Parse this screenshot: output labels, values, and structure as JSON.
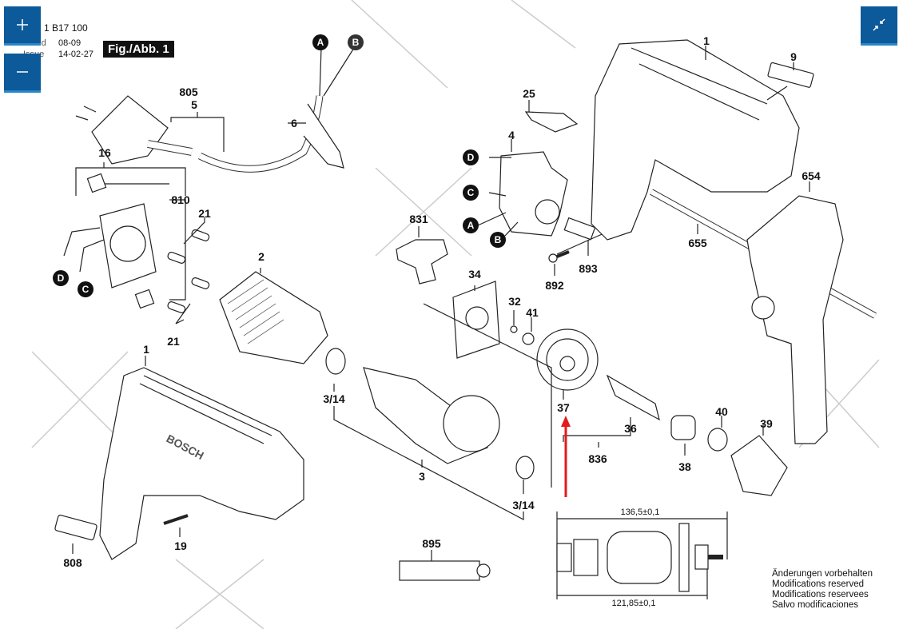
{
  "header": {
    "part_number": "1 B17 100",
    "stand_label": "Stand",
    "stand_value": "08-09",
    "issue_label": "Issue",
    "issue_value": "14-02-27",
    "figure_label": "Fig./Abb. 1"
  },
  "controls": {
    "zoom_in_icon": "plus-icon",
    "zoom_out_icon": "minus-icon",
    "collapse_icon": "collapse-arrows-icon",
    "accent_color": "#0c5a9a"
  },
  "parts": [
    {
      "id": "p805",
      "label": "805"
    },
    {
      "id": "p5",
      "label": "5"
    },
    {
      "id": "p6",
      "label": "6"
    },
    {
      "id": "p16",
      "label": "16"
    },
    {
      "id": "p810",
      "label": "810"
    },
    {
      "id": "p21a",
      "label": "21"
    },
    {
      "id": "p21b",
      "label": "21"
    },
    {
      "id": "p2",
      "label": "2"
    },
    {
      "id": "p1a",
      "label": "1"
    },
    {
      "id": "p19",
      "label": "19"
    },
    {
      "id": "p808",
      "label": "808"
    },
    {
      "id": "p25",
      "label": "25"
    },
    {
      "id": "p4",
      "label": "4"
    },
    {
      "id": "p831",
      "label": "831"
    },
    {
      "id": "p34",
      "label": "34"
    },
    {
      "id": "p32",
      "label": "32"
    },
    {
      "id": "p41",
      "label": "41"
    },
    {
      "id": "p892",
      "label": "892"
    },
    {
      "id": "p893",
      "label": "893"
    },
    {
      "id": "p1b",
      "label": "1"
    },
    {
      "id": "p9",
      "label": "9"
    },
    {
      "id": "p654",
      "label": "654"
    },
    {
      "id": "p655",
      "label": "655"
    },
    {
      "id": "p314a",
      "label": "3/14"
    },
    {
      "id": "p314b",
      "label": "3/14"
    },
    {
      "id": "p3",
      "label": "3"
    },
    {
      "id": "p37",
      "label": "37"
    },
    {
      "id": "p36",
      "label": "36"
    },
    {
      "id": "p836",
      "label": "836"
    },
    {
      "id": "p38",
      "label": "38"
    },
    {
      "id": "p40",
      "label": "40"
    },
    {
      "id": "p39",
      "label": "39"
    },
    {
      "id": "p895",
      "label": "895"
    }
  ],
  "connectors": {
    "cable_a": "A",
    "cable_b": "B",
    "switch_d": "D",
    "switch_c": "C",
    "switch_a": "A",
    "switch_b": "B",
    "brush_d": "D",
    "brush_c": "C"
  },
  "dimensions": {
    "overall": "136,5±0,1",
    "inner": "121,85±0,1"
  },
  "notes": [
    "Änderungen vorbehalten",
    "Modifications reserved",
    "Modifications reservees",
    "Salvo modificaciones"
  ],
  "highlight": {
    "part": "37",
    "color": "#e31b1b"
  }
}
